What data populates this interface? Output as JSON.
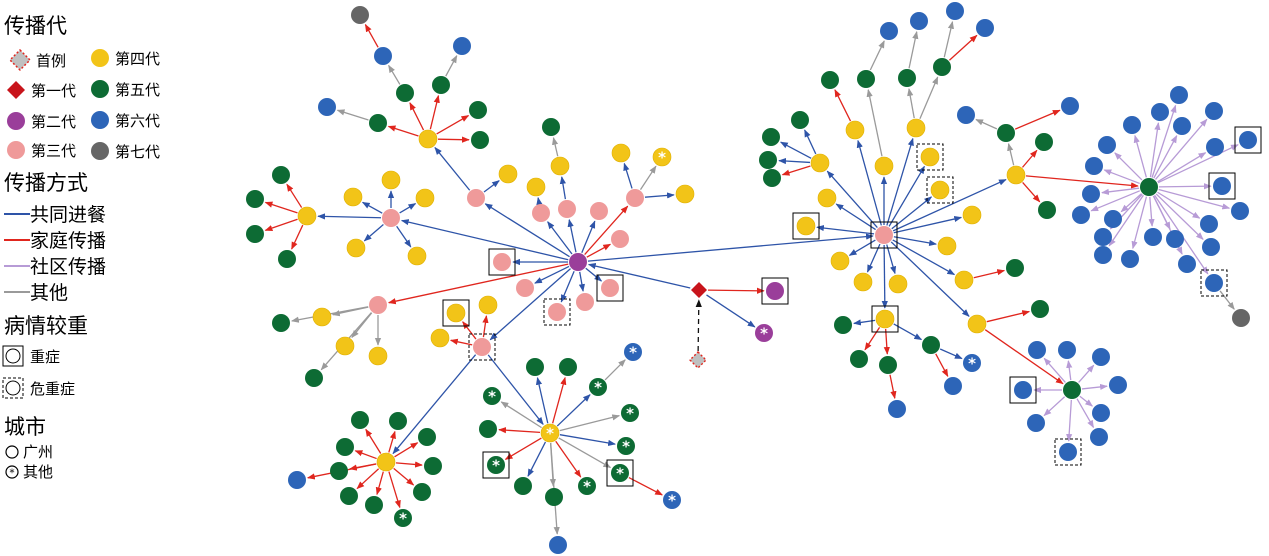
{
  "legend": {
    "generation": {
      "title": "传播代",
      "items": [
        {
          "label": "首例",
          "color": "#c0c0c0",
          "shape": "diamond-dashed"
        },
        {
          "label": "第一代",
          "color": "#c8141b",
          "shape": "diamond"
        },
        {
          "label": "第二代",
          "color": "#9a3e9a",
          "shape": "circle"
        },
        {
          "label": "第三代",
          "color": "#ef9a9a",
          "shape": "circle"
        },
        {
          "label": "第四代",
          "color": "#f2c418",
          "shape": "circle"
        },
        {
          "label": "第五代",
          "color": "#0d6b34",
          "shape": "circle"
        },
        {
          "label": "第六代",
          "color": "#2d65b8",
          "shape": "circle"
        },
        {
          "label": "第七代",
          "color": "#666666",
          "shape": "circle"
        }
      ]
    },
    "mode": {
      "title": "传播方式",
      "items": [
        {
          "label": "共同进餐",
          "color": "#2e54a8"
        },
        {
          "label": "家庭传播",
          "color": "#e0261e"
        },
        {
          "label": "社区传播",
          "color": "#b79bd6"
        },
        {
          "label": "其他",
          "color": "#9a9a9a"
        }
      ]
    },
    "severity": {
      "title": "病情较重",
      "items": [
        {
          "label": "重症",
          "style": "solid"
        },
        {
          "label": "危重症",
          "style": "dashed"
        }
      ]
    },
    "city": {
      "title": "城市",
      "items": [
        {
          "label": "广州",
          "mark": "plain"
        },
        {
          "label": "其他",
          "mark": "star"
        }
      ]
    }
  },
  "colors": {
    "blue_edge": "#2e54a8",
    "red_edge": "#e0261e",
    "purple_edge": "#b79bd6",
    "gray_edge": "#9a9a9a",
    "black_edge": "#111111"
  },
  "network": {
    "node_count": 164
  }
}
